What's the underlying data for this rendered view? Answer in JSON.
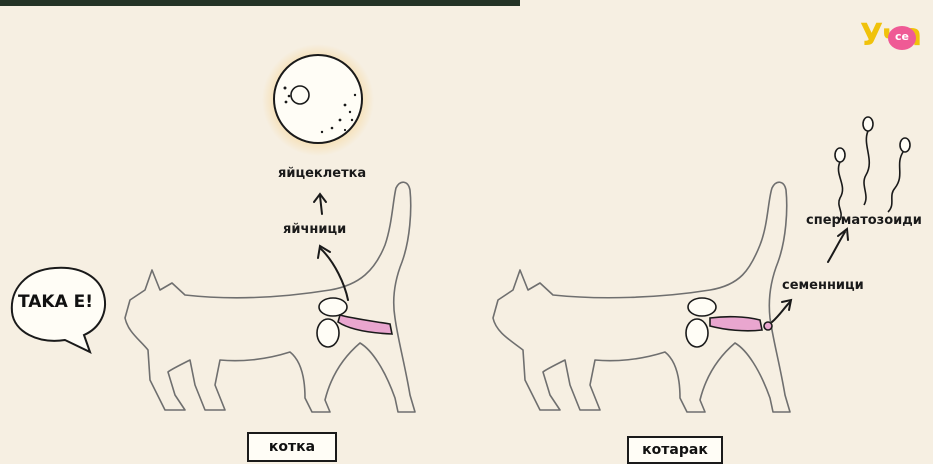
{
  "logo": {
    "text": "Уча",
    "badge": "се"
  },
  "speech_bubble": {
    "text": "TAKA E!"
  },
  "female": {
    "caption": "котка",
    "organ_label": "яйчници",
    "cell_label": "яйцеклетка"
  },
  "male": {
    "caption": "котарак",
    "organ_label": "семенници",
    "cell_label": "сперматозоиди"
  },
  "colors": {
    "background": "#f6efe2",
    "reproductive_organ": "#e9a6cf",
    "egg_glow": "#f7d79c",
    "logo_yellow": "#f0c20b",
    "logo_pink": "#ef5a95"
  }
}
